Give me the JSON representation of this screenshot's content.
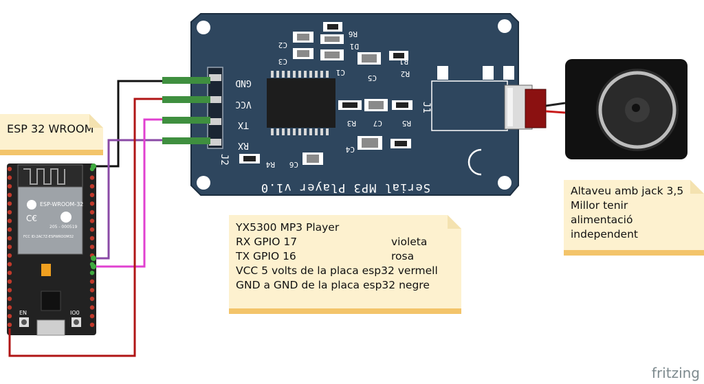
{
  "esp32": {
    "label": "ESP 32 WROOM",
    "module_text": [
      "ESP-WROOM-32",
      "205 - 000519",
      "FCC ID:2AC7Z-ESPWROOM32"
    ],
    "button_en": "EN",
    "button_io0": "IO0"
  },
  "mp3_board": {
    "title": "Serial MP3 Player v1.0",
    "pins": [
      "GND",
      "VCC",
      "TX",
      "RX"
    ],
    "connector": "J2",
    "jack": "J1",
    "components": [
      "C2",
      "R6",
      "D1",
      "C3",
      "C1",
      "R1",
      "C5",
      "R2",
      "C7",
      "R5",
      "R3",
      "C4",
      "R4",
      "C6"
    ]
  },
  "mp3_note": {
    "title": "YX5300 MP3 Player",
    "rows": [
      {
        "a": "RX GPIO 17",
        "b": "violeta"
      },
      {
        "a": "TX GPIO 16",
        "b": "rosa"
      },
      {
        "a": "VCC 5 volts de la placa esp32 vermell",
        "b": ""
      },
      {
        "a": "GND a GND de la placa esp32 negre",
        "b": ""
      }
    ]
  },
  "speaker_note": {
    "lines": [
      "Altaveu amb jack 3,5",
      "Millor tenir",
      "alimentació",
      "independent"
    ]
  },
  "watermark": "fritzing",
  "colors": {
    "board": "#2e465e",
    "esp_board": "#222222",
    "wire_gnd": "#111111",
    "wire_vcc": "#b01515",
    "wire_tx": "#e040d0",
    "wire_rx": "#8a4aa6",
    "note_bg": "#fdf1cf",
    "note_bar": "#f3c46a"
  }
}
